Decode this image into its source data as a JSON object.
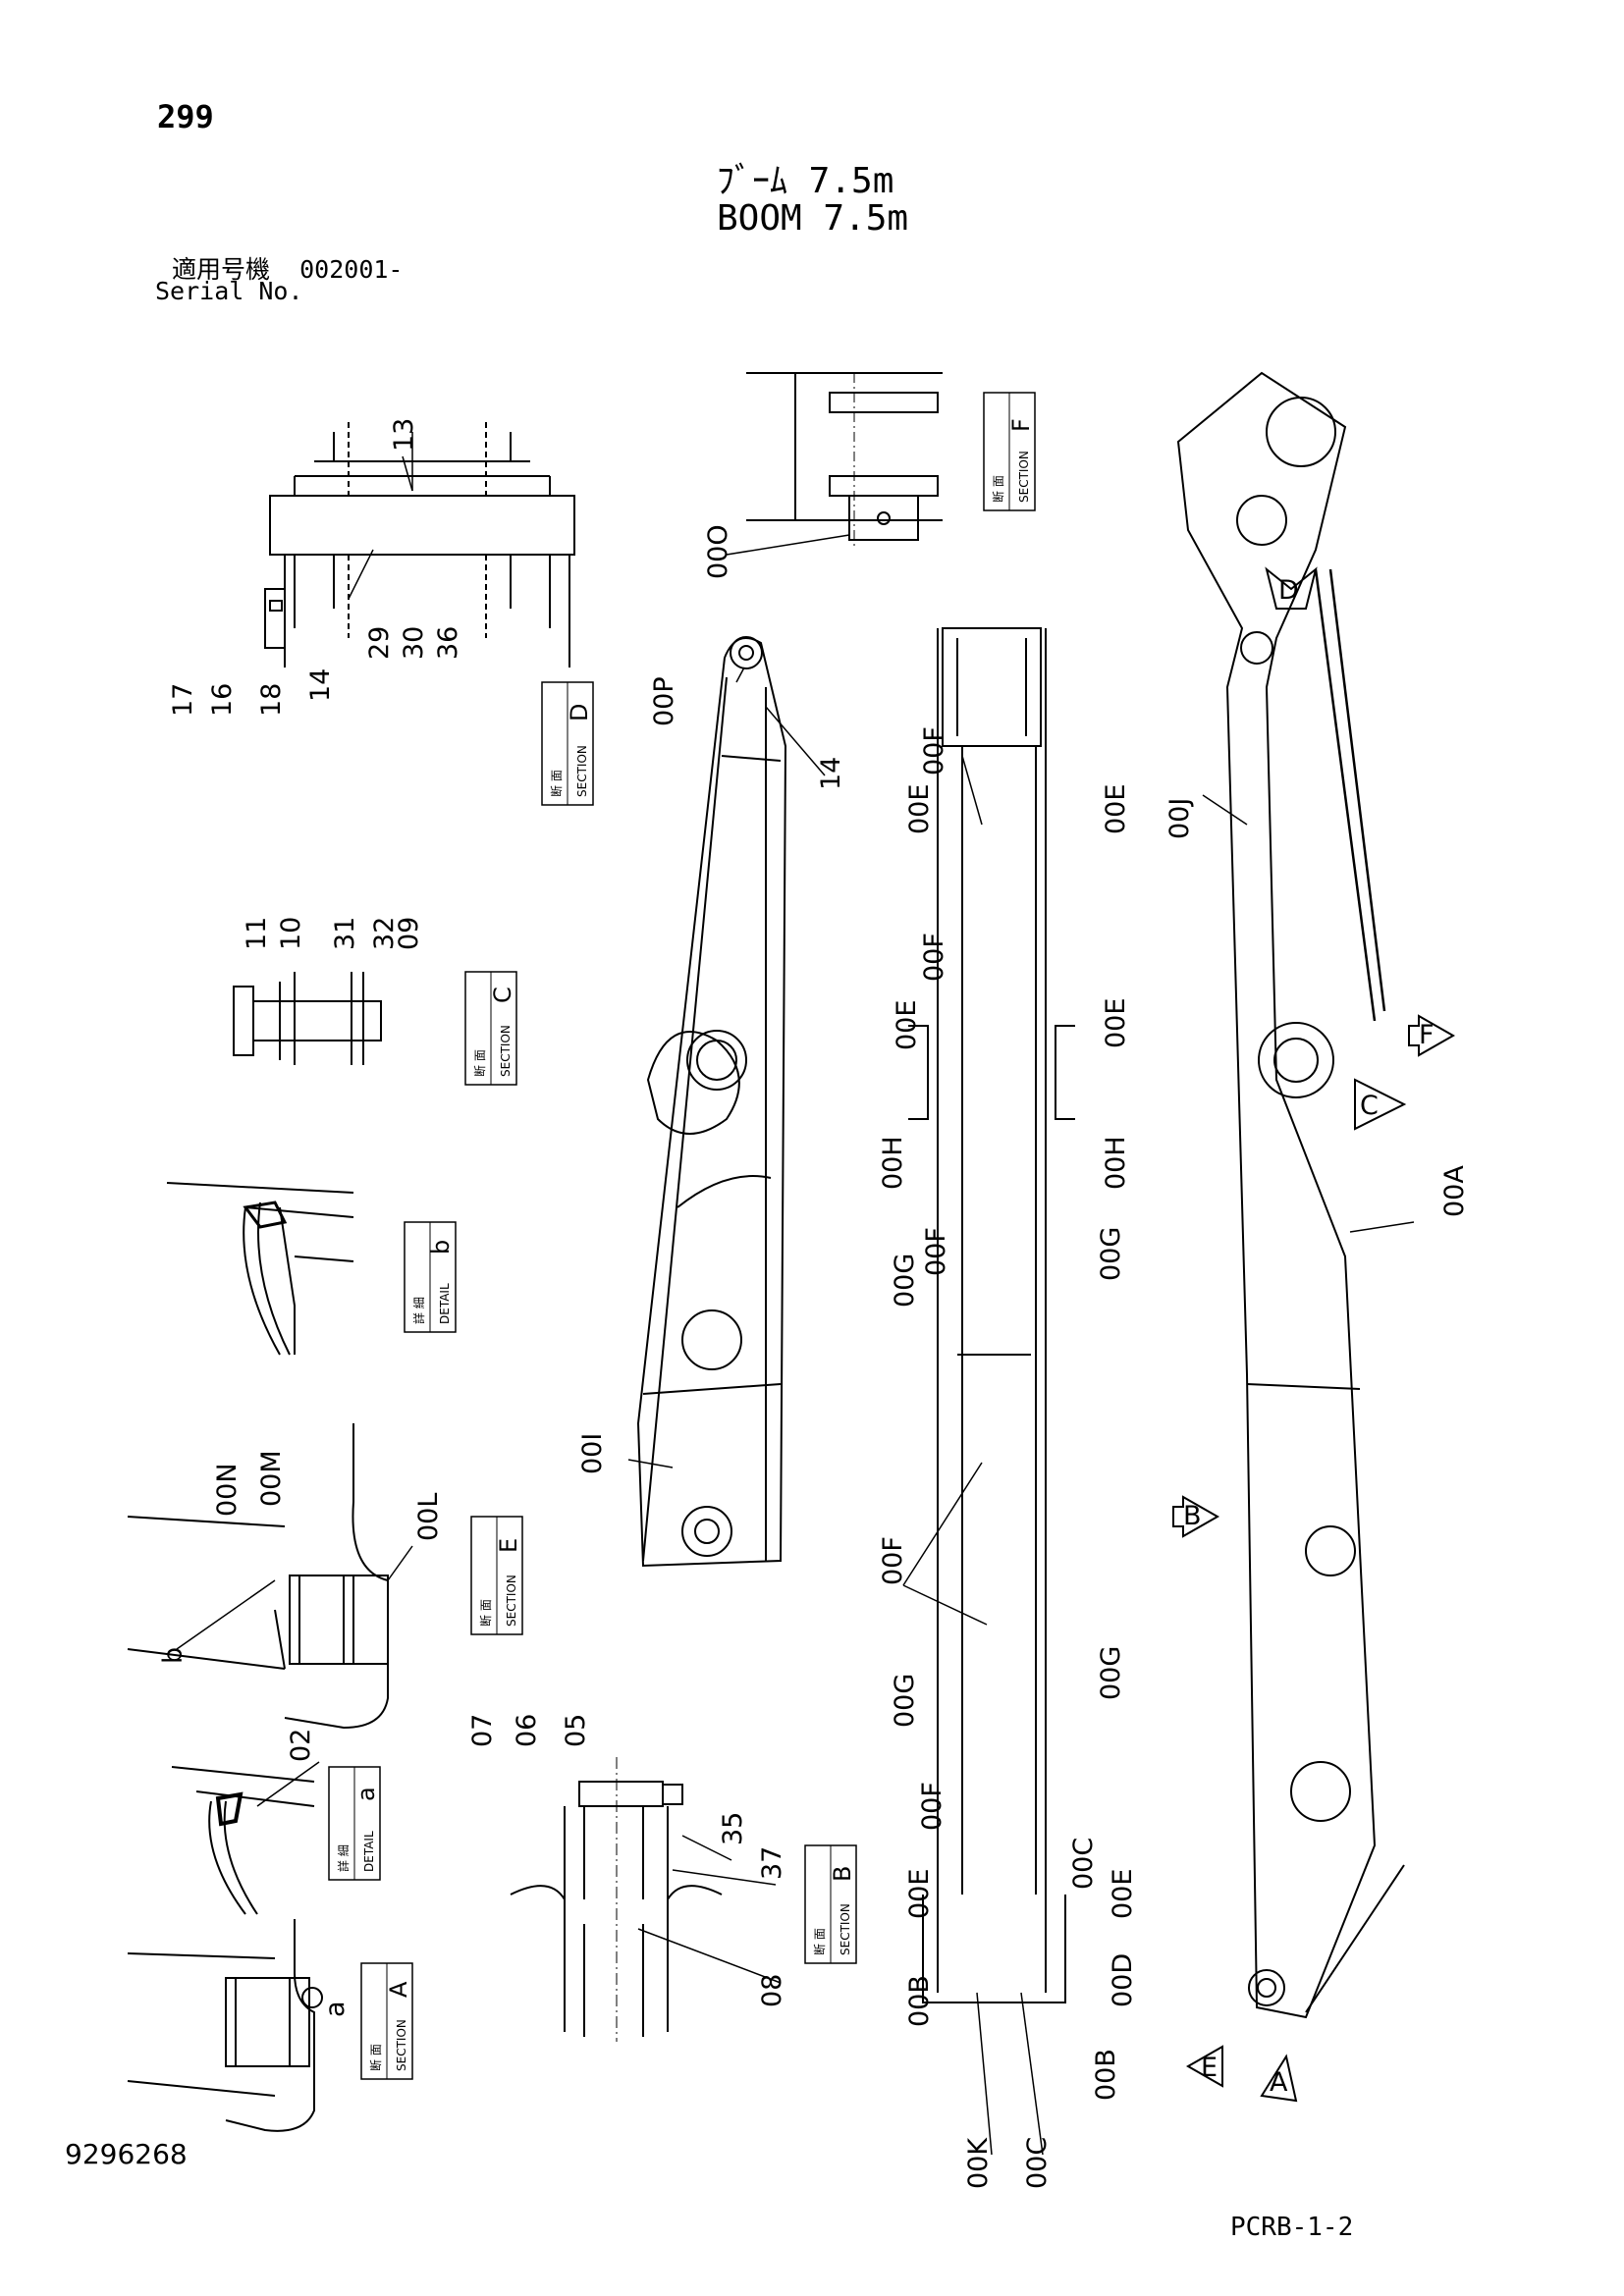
{
  "page_number": "299",
  "title_jp": "ﾌﾞｰﾑ 7.5m",
  "title_en": "BOOM 7.5m",
  "serial_label_jp": "適用号機",
  "serial_value": "002001-",
  "serial_label_en": "Serial No.",
  "drawing_number": "9296268",
  "page_code": "PCRB-1-2",
  "section_word_jp": "断 面",
  "section_word_en": "SECTION",
  "detail_word_jp": "詳 細",
  "detail_word_en": "DETAIL",
  "sections": {
    "A": "A",
    "B": "B",
    "C": "C",
    "D": "D",
    "E": "E",
    "F": "F"
  },
  "details": {
    "a": "a",
    "b": "b"
  },
  "part_labels": {
    "p13": "13",
    "p29": "29",
    "p30": "30",
    "p36": "36",
    "p17": "17",
    "p16": "16",
    "p18": "18",
    "p14a": "14",
    "p11": "11",
    "p10": "10",
    "p31": "31",
    "p32": "32",
    "p09": "09",
    "pb": "b",
    "p00N": "00N",
    "p00M": "00M",
    "p00L": "00L",
    "p02": "02",
    "pa": "a",
    "p07": "07",
    "p06": "06",
    "p05": "05",
    "p35": "35",
    "p37": "37",
    "p08": "08",
    "p00O": "00O",
    "p00P": "00P",
    "p14b": "14",
    "p00I": "00I",
    "p00F1": "00F",
    "p00E1": "00E",
    "p00E2": "00E",
    "p00F2": "00F",
    "p00E3": "00E",
    "p00E4": "00E",
    "p00H1": "00H",
    "p00H2": "00H",
    "p00F3": "00F",
    "p00G1": "00G",
    "p00G2": "00G",
    "p00F4": "00F",
    "p00G3": "00G",
    "p00G4": "00G",
    "p00F5": "00F",
    "p00E5": "00E",
    "p00C1": "00C",
    "p00E6": "00E",
    "p00B1": "00B",
    "p00D": "00D",
    "p00B2": "00B",
    "p00K": "00K",
    "p00C2": "00C",
    "p00J": "00J",
    "p00A": "00A"
  },
  "view_arrows": {
    "D": "D",
    "C": "C",
    "F": "F",
    "B": "B",
    "E": "E",
    "A": "A"
  }
}
